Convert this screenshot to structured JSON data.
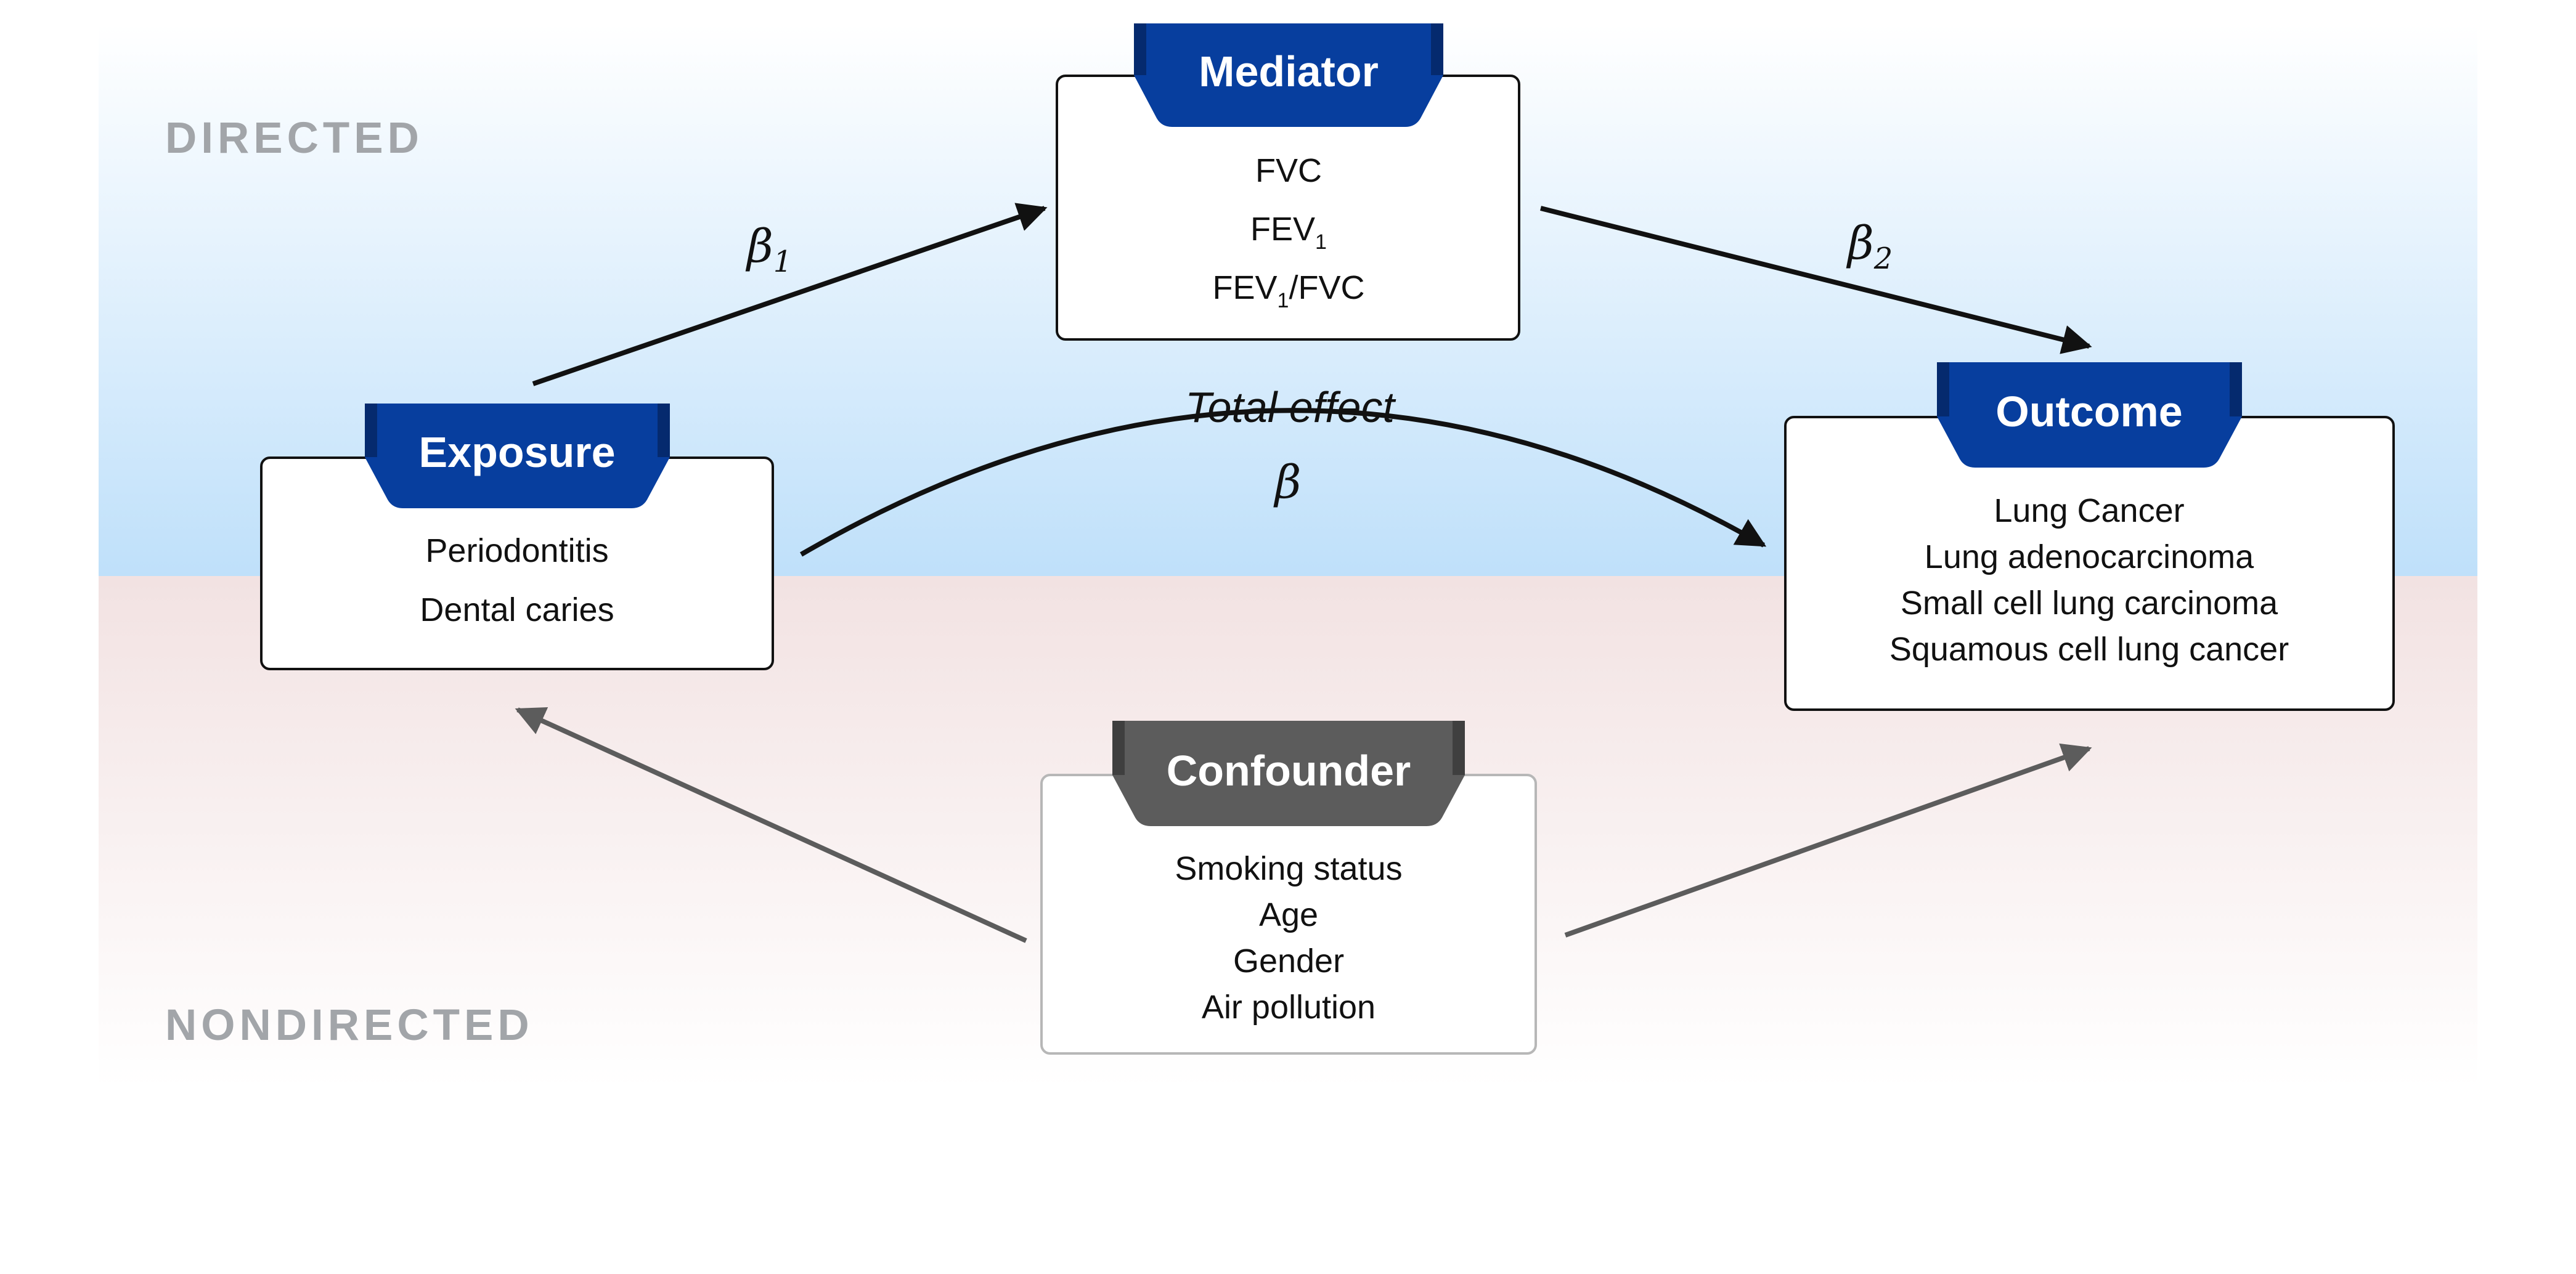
{
  "zones": {
    "directed": "DIRECTED",
    "nondirected": "NONDIRECTED"
  },
  "colors": {
    "directed_band": "#bfe0fa",
    "nondirected_band": "#f2e2e2",
    "header_blue": "#073e9e",
    "header_gray": "#5c5c5c",
    "arrow_black": "#111111",
    "arrow_gray": "#5c5c5c"
  },
  "nodes": {
    "mediator": {
      "title": "Mediator",
      "items": [
        "FVC",
        "FEV",
        "FEV",
        "/FVC"
      ],
      "subscripts": [
        "1",
        "1"
      ]
    },
    "exposure": {
      "title": "Exposure",
      "items": [
        "Periodontitis",
        "Dental caries"
      ]
    },
    "outcome": {
      "title": "Outcome",
      "items": [
        "Lung Cancer",
        "Lung adenocarcinoma",
        "Small cell lung carcinoma",
        "Squamous cell lung cancer"
      ]
    },
    "confounder": {
      "title": "Confounder",
      "items": [
        "Smoking status",
        "Age",
        "Gender",
        "Air pollution"
      ]
    }
  },
  "edges": {
    "beta1": {
      "symbol": "β",
      "subscript": "1"
    },
    "beta2": {
      "symbol": "β",
      "subscript": "2"
    },
    "total": {
      "label": "Total effect",
      "symbol": "β"
    }
  }
}
